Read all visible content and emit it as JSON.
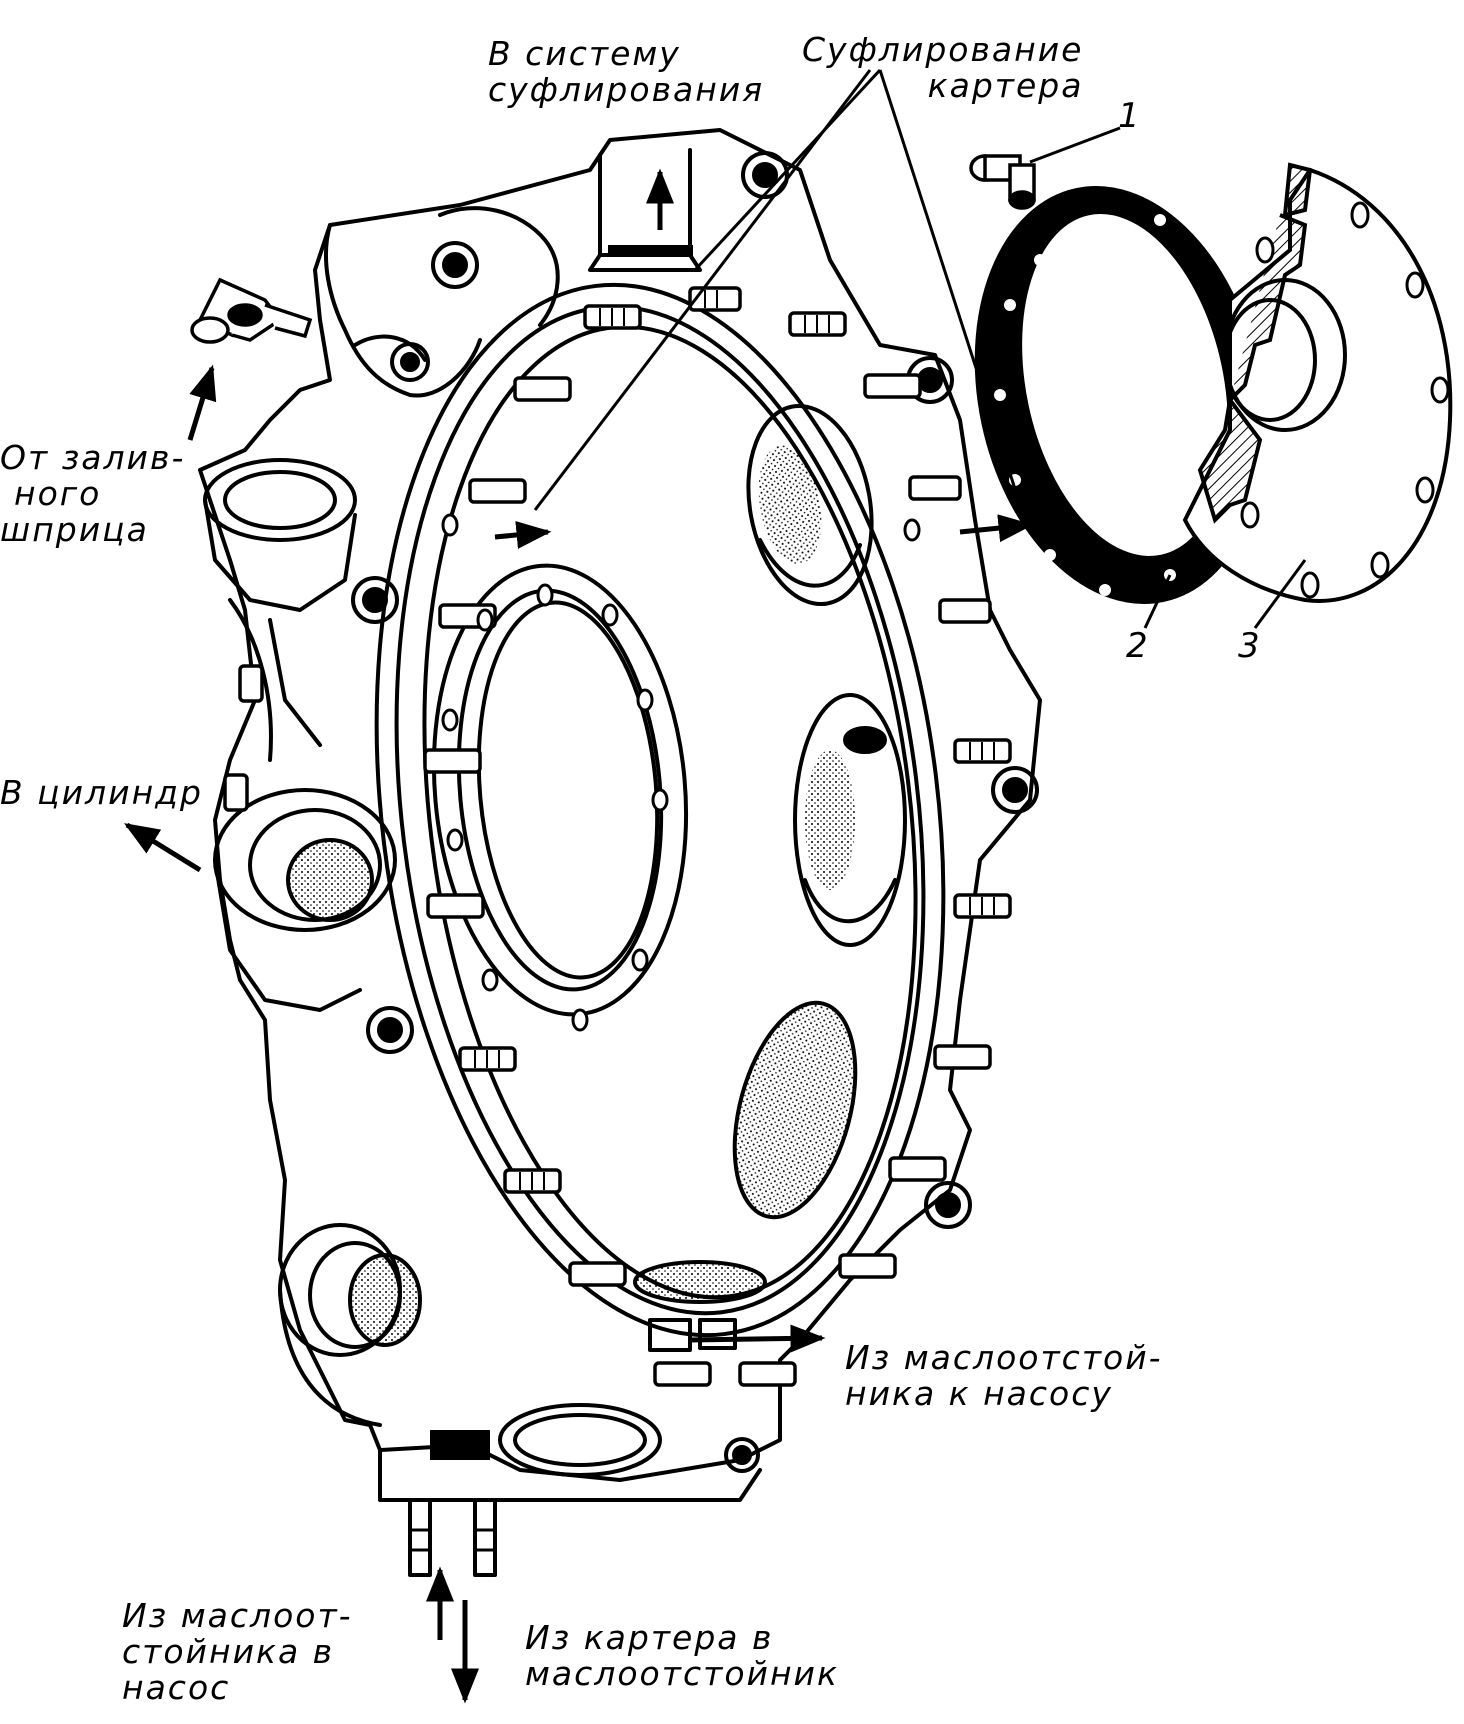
{
  "labels": {
    "breather_system": [
      "В систему",
      "суфлирования"
    ],
    "crankcase_breathing": [
      "Суфлирование",
      "картера"
    ],
    "from_fill_syringe": [
      "От залив-",
      "ного",
      "шприца"
    ],
    "to_cylinder": [
      "В цилиндр"
    ],
    "from_sump_to_pump": [
      "Из маслоотстой-",
      "ника к насосу"
    ],
    "from_sump_into_pump": [
      "Из маслоот-",
      "стойника в",
      "насос"
    ],
    "from_crankcase_to_sump": [
      "Из картера в",
      "маслоотстойник"
    ]
  },
  "parts": [
    "1",
    "2",
    "3"
  ]
}
